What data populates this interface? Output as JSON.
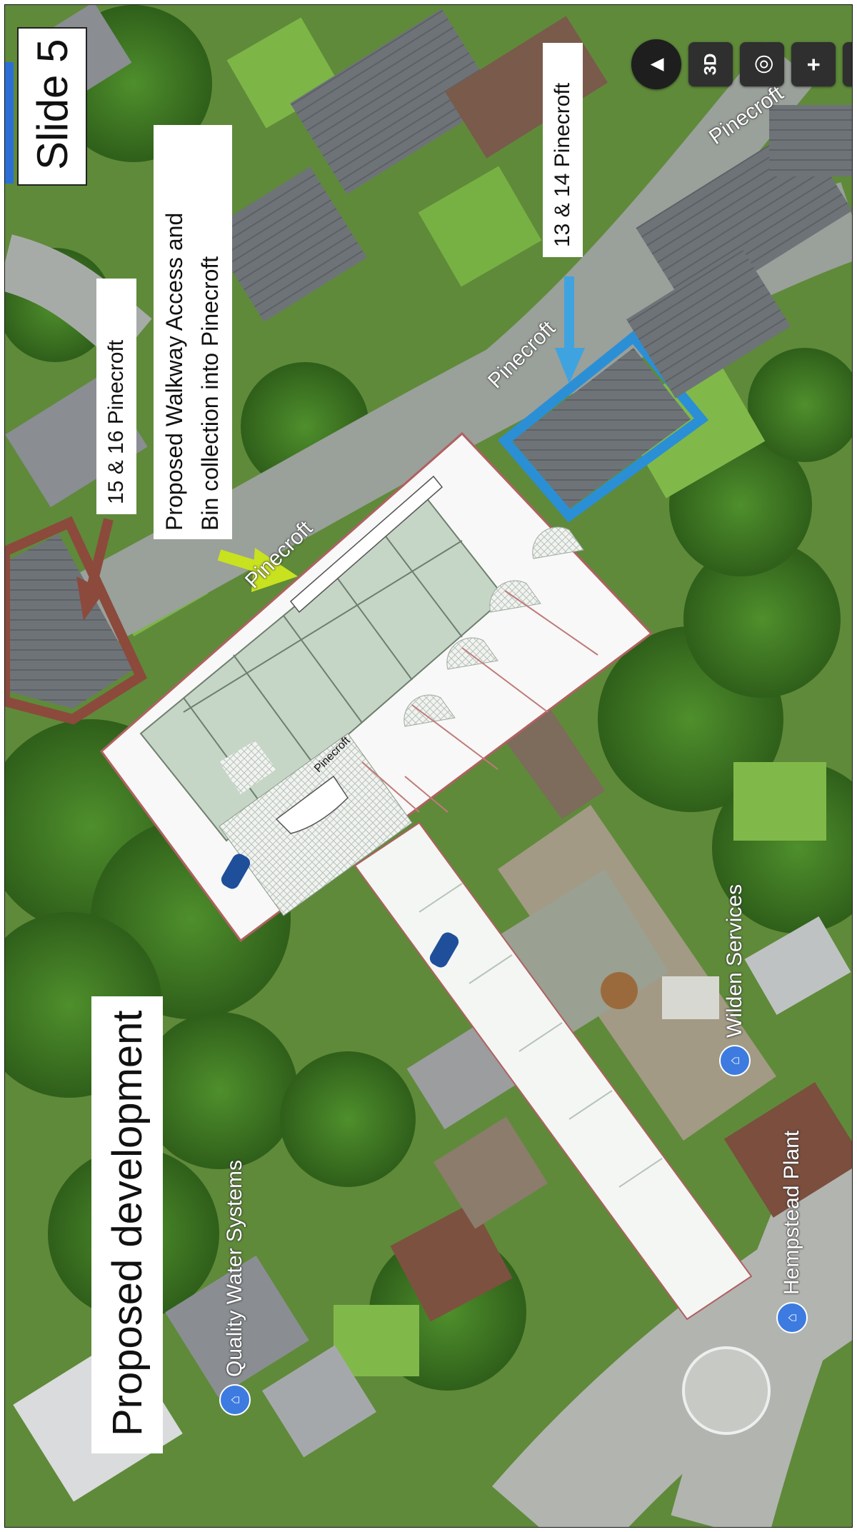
{
  "slide_title": "Slide 5",
  "development_title": "Proposed development",
  "callouts": {
    "houses_15_16": "15 & 16 Pinecroft",
    "houses_13_14": "13 & 14 Pinecroft",
    "walkway_line1": "Proposed Walkway Access and",
    "walkway_line2": "Bin collection into Pinecroft"
  },
  "street_labels": {
    "pinecroft_top": "Pinecroft",
    "pinecroft_mid": "Pinecroft",
    "pinecroft_lower": "Pinecroft"
  },
  "plan_label": "Pinecroft",
  "places": {
    "wilden": "Wilden Services",
    "hempstead": "Hempstead Plant",
    "quality_water": "Quality Water Systems"
  },
  "map_controls": {
    "three_d": "3D",
    "locate": "◎",
    "zoom_in": "+",
    "zoom_out": "−",
    "compass": "▲"
  },
  "colors": {
    "houses_15_16_outline": "#8b4a3c",
    "houses_13_14_outline": "#2b8fd6",
    "walkway_arrow": "#c8e21f",
    "blue_arrow": "#3fa3e0",
    "brown_arrow": "#8b4a3c",
    "slide_accent": "#2b6fd6"
  }
}
